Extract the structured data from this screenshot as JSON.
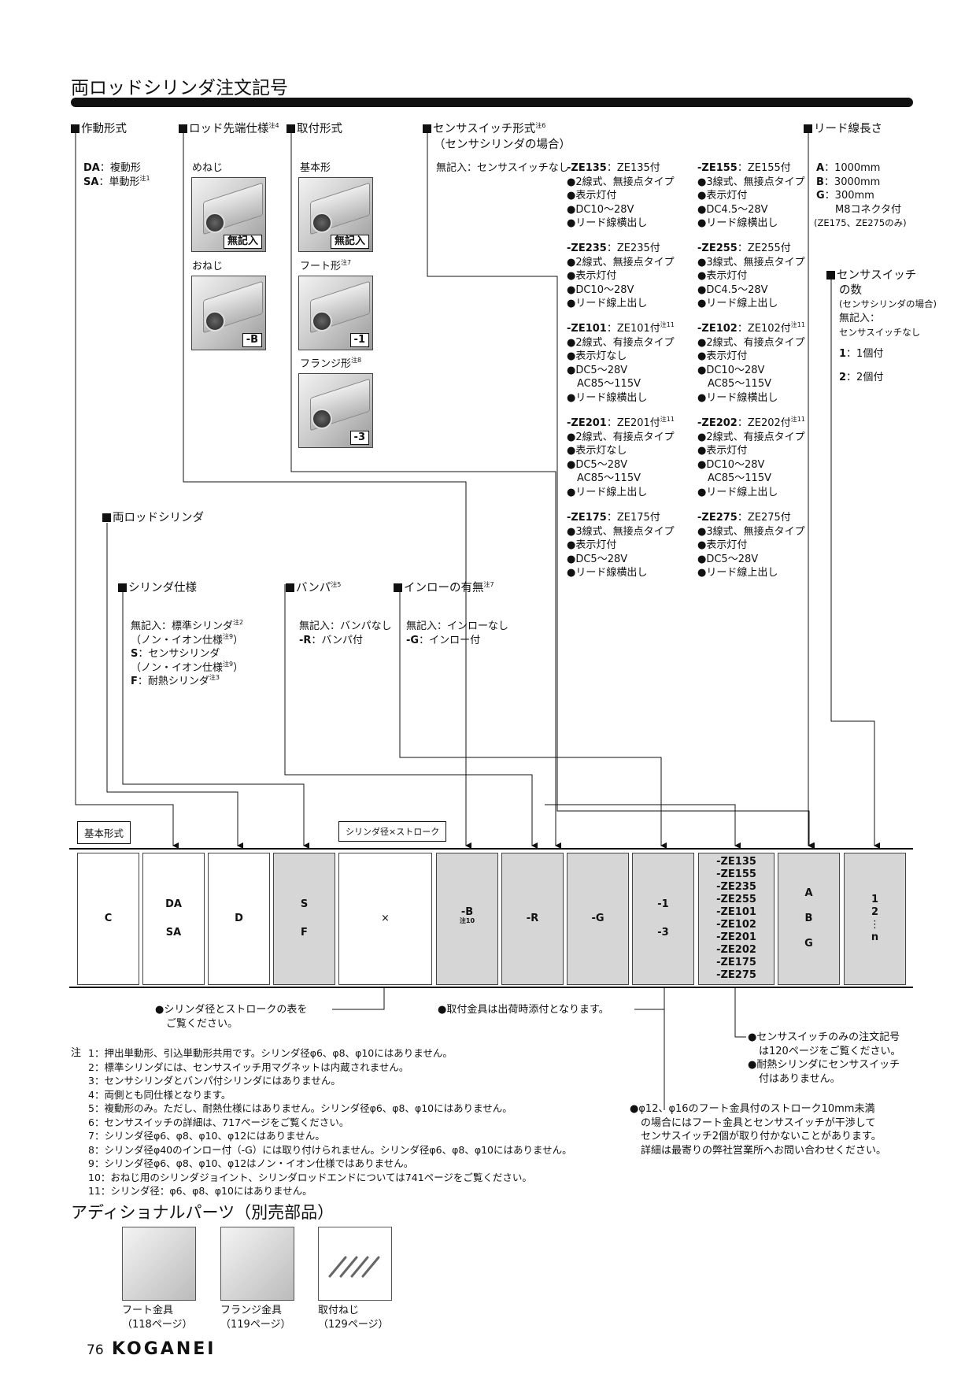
{
  "title": "両ロッドシリンダ注文記号",
  "headers": {
    "action": "作動形式",
    "rod_end": "ロッド先端仕様",
    "rod_end_note": "注4",
    "mount": "取付形式",
    "sensor": "センサスイッチ形式",
    "sensor_note": "注6",
    "sensor_sub": "（センサシリンダの場合）",
    "lead": "リード線長さ",
    "sensor_count": "センサスイッチ",
    "sensor_count_2": "の数",
    "sensor_count_sub": "(センサシリンダの場合)",
    "double_rod": "両ロッドシリンダ",
    "cyl_spec": "シリンダ仕様",
    "bumper": "バンパ",
    "bumper_note": "注5",
    "inrow": "インローの有無",
    "inrow_note": "注7"
  },
  "action": {
    "da": "DA",
    "da_text": "：複動形",
    "sa": "SA",
    "sa_text": "：単動形",
    "sa_note": "注1"
  },
  "rod_end": {
    "female": "めねじ",
    "female_tag": "無記入",
    "male": "おねじ",
    "male_tag": "-B"
  },
  "mount": {
    "basic": "基本形",
    "basic_tag": "無記入",
    "foot": "フート形",
    "foot_note": "注7",
    "foot_tag": "-1",
    "flange": "フランジ形",
    "flange_note": "注8",
    "flange_tag": "-3"
  },
  "sensor": {
    "none": "無記入：センサスイッチなし",
    "col1": [
      {
        "code": "-ZE135",
        "rest": "：ZE135付",
        "note": "",
        "lines": [
          "●2線式、無接点タイプ",
          "●表示灯付",
          "●DC10～28V",
          "●リード線横出し"
        ]
      },
      {
        "code": "-ZE235",
        "rest": "：ZE235付",
        "note": "",
        "lines": [
          "●2線式、無接点タイプ",
          "●表示灯付",
          "●DC10～28V",
          "●リード線上出し"
        ]
      },
      {
        "code": "-ZE101",
        "rest": "：ZE101付",
        "note": "注11",
        "lines": [
          "●2線式、有接点タイプ",
          "●表示灯なし",
          "●DC5～28V",
          "　AC85～115V",
          "●リード線横出し"
        ]
      },
      {
        "code": "-ZE201",
        "rest": "：ZE201付",
        "note": "注11",
        "lines": [
          "●2線式、有接点タイプ",
          "●表示灯なし",
          "●DC5～28V",
          "　AC85～115V",
          "●リード線上出し"
        ]
      },
      {
        "code": "-ZE175",
        "rest": "：ZE175付",
        "note": "",
        "lines": [
          "●3線式、無接点タイプ",
          "●表示灯付",
          "●DC5～28V",
          "●リード線横出し"
        ]
      }
    ],
    "col2": [
      {
        "code": "-ZE155",
        "rest": "：ZE155付",
        "note": "",
        "lines": [
          "●3線式、無接点タイプ",
          "●表示灯付",
          "●DC4.5～28V",
          "●リード線横出し"
        ]
      },
      {
        "code": "-ZE255",
        "rest": "：ZE255付",
        "note": "",
        "lines": [
          "●3線式、無接点タイプ",
          "●表示灯付",
          "●DC4.5～28V",
          "●リード線上出し"
        ]
      },
      {
        "code": "-ZE102",
        "rest": "：ZE102付",
        "note": "注11",
        "lines": [
          "●2線式、有接点タイプ",
          "●表示灯付",
          "●DC10～28V",
          "　AC85～115V",
          "●リード線横出し"
        ]
      },
      {
        "code": "-ZE202",
        "rest": "：ZE202付",
        "note": "注11",
        "lines": [
          "●2線式、有接点タイプ",
          "●表示灯付",
          "●DC10～28V",
          "　AC85～115V",
          "●リード線上出し"
        ]
      },
      {
        "code": "-ZE275",
        "rest": "：ZE275付",
        "note": "",
        "lines": [
          "●3線式、無接点タイプ",
          "●表示灯付",
          "●DC5～28V",
          "●リード線上出し"
        ]
      }
    ]
  },
  "lead": {
    "a": "A",
    "a_text": "：1000mm",
    "b": "B",
    "b_text": "：3000mm",
    "g": "G",
    "g_text": "：300mm",
    "g_sub": "M8コネクタ付",
    "g_sub2": "(ZE175、ZE275のみ)"
  },
  "sensor_count": {
    "none": "無記入：",
    "none2": "センサスイッチなし",
    "one": "1",
    "one_text": "：1個付",
    "two": "2",
    "two_text": "：2個付"
  },
  "cyl_spec": {
    "l1a": "無記入：標準シリンダ",
    "l1n": "注2",
    "l2a": "（ノン・イオン仕様",
    "l2n": "注9",
    "l2b": "）",
    "l3a": "S",
    "l3b": "：センサシリンダ",
    "l4a": "（ノン・イオン仕様",
    "l4n": "注9",
    "l4b": "）",
    "l5a": "F",
    "l5b": "：耐熱シリンダ",
    "l5n": "注3"
  },
  "bumper": {
    "l1": "無記入：バンパなし",
    "l2a": "-R",
    "l2b": "：バンパ付"
  },
  "inrow": {
    "l1": "無記入：インローなし",
    "l2a": "-G",
    "l2b": "：インロー付"
  },
  "labels": {
    "basic": "基本形式",
    "bore": "シリンダ径×ストローク"
  },
  "code_boxes": {
    "c": "C",
    "da": "DA",
    "sa": "SA",
    "d": "D",
    "s": "S",
    "f": "F",
    "x": "×",
    "b": "-B",
    "b_note": "注10",
    "r": "-R",
    "gg": "-G",
    "m1": "-1",
    "m3": "-3",
    "sensors": [
      "-ZE135",
      "-ZE155",
      "-ZE235",
      "-ZE255",
      "-ZE101",
      "-ZE102",
      "-ZE201",
      "-ZE202",
      "-ZE175",
      "-ZE275"
    ],
    "leads": [
      "A",
      "B",
      "G"
    ],
    "counts": [
      "1",
      "2",
      "⋮",
      "n"
    ]
  },
  "callouts": {
    "bore_l1": "●シリンダ径とストロークの表を",
    "bore_l2": "ご覧ください。",
    "mount": "●取付金具は出荷時添付となります。",
    "sensor_l1": "●センサスイッチのみの注文記号",
    "sensor_l2": "は120ページをご覧ください。",
    "sensor_l3": "●耐熱シリンダにセンサスイッチ",
    "sensor_l4": "付はありません。",
    "foot_l1": "●φ12、φ16のフート金具付のストローク10mm未満",
    "foot_l2": "の場合にはフート金具とセンサスイッチが干渉して",
    "foot_l3": "センサスイッチ2個が取り付かないことがあります。",
    "foot_l4": "詳細は最寄りの弊社営業所へお問い合わせください。"
  },
  "notes_label": "注",
  "notes": [
    " 1：押出単動形、引込単動形共用です。シリンダ径φ6、φ8、φ10にはありません。",
    " 2：標準シリンダには、センサスイッチ用マグネットは内蔵されません。",
    " 3：センサシリンダとバンパ付シリンダにはありません。",
    " 4：両側とも同仕様となります。",
    " 5：複動形のみ。ただし、耐熱仕様にはありません。シリンダ径φ6、φ8、φ10にはありません。",
    " 6：センサスイッチの詳細は、717ページをご覧ください。",
    " 7：シリンダ径φ6、φ8、φ10、φ12にはありません。",
    " 8：シリンダ径φ40のインロー付（-G）には取り付けられません。シリンダ径φ6、φ8、φ10にはありません。",
    " 9：シリンダ径φ6、φ8、φ10、φ12はノン・イオン仕様ではありません。",
    "10：おねじ用のシリンダジョイント、シリンダロッドエンドについては741ページをご覧ください。",
    "11：シリンダ径：φ6、φ8、φ10にはありません。"
  ],
  "additional": {
    "title": "アディショナルパーツ（別売部品）",
    "parts": [
      {
        "name": "フート金具",
        "page": "（118ページ）"
      },
      {
        "name": "フランジ金具",
        "page": "（119ページ）"
      },
      {
        "name": "取付ねじ",
        "page": "（129ページ）"
      }
    ]
  },
  "footer": {
    "page": "76",
    "brand": "KOGANEI"
  }
}
